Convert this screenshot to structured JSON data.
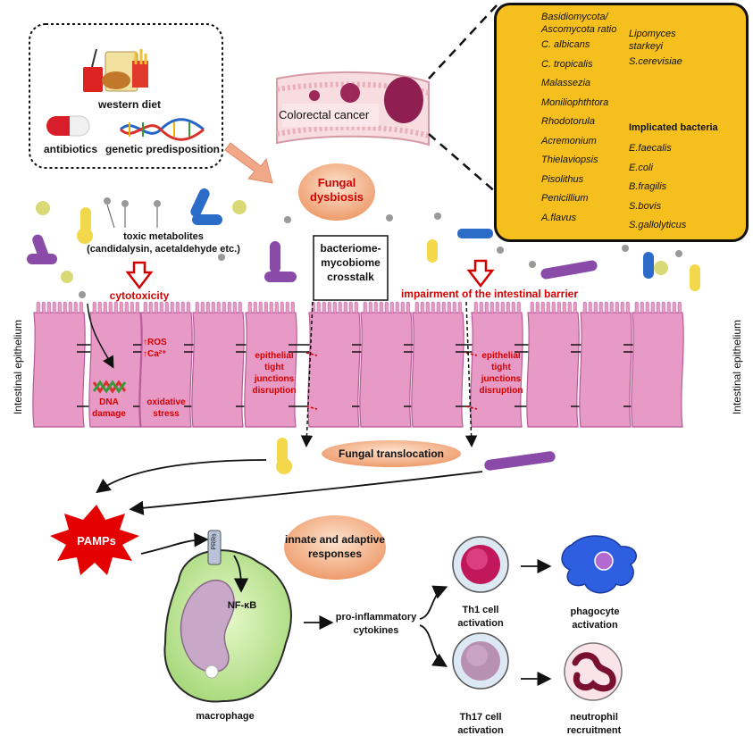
{
  "risk_factors": {
    "western_diet": "western diet",
    "antibiotics": "antibiotics",
    "genetic": "genetic predisposition"
  },
  "cancer_label": "Colorectal cancer",
  "dysbiosis_label": "Fungal\ndysbiosis",
  "legend": {
    "increased": [
      "Basidiomycota/\nAscomycota ratio",
      "C. albicans",
      "C. tropicalis",
      "Malassezia",
      "Moniliophthtora",
      "Rhodotorula",
      "Acremonium",
      "Thielaviopsis",
      "Pisolithus",
      "Penicillium",
      "A.flavus"
    ],
    "decreased": [
      "Lipomyces\nstarkeyi",
      "S.cerevisiae"
    ],
    "bacteria_title": "Implicated bacteria",
    "bacteria": [
      "E.faecalis",
      "E.coli",
      "B.fragilis",
      "S.bovis",
      "S.gallolyticus"
    ],
    "colors": {
      "box": "#f5bf1e",
      "arrow": "#fbe6c2"
    }
  },
  "toxic_label": "toxic metabolites\n(candidalysin, acetaldehyde etc.)",
  "cytotoxicity": "cytotoxicity",
  "crosstalk": "bacteriome-\nmycobiome\ncrosstalk",
  "impairment": "impairment of the intestinal barrier",
  "epithelium_label": "Intestinal epithelium",
  "ros": "↑ROS\n↑Ca²⁺",
  "dna_damage": "DNA\ndamage",
  "oxidative": "oxidative\nstress",
  "tight_junctions": "epithelial\ntight\njunctions\ndisruption",
  "translocation": "Fungal translocation",
  "pamps": "PAMPs",
  "prrs": "PRRs",
  "nfkb": "NF-κB",
  "macrophage": "macrophage",
  "immune": "innate and adaptive\nresponses",
  "cytokines": "pro-inflammatory\ncytokines",
  "th1": "Th1 cell\nactivation",
  "th17": "Th17 cell\nactivation",
  "phagocyte": "phagocyte\nactivation",
  "neutrophil": "neutrophil\nrecruitment",
  "colors": {
    "cell": "#e79ac6",
    "cell_edge": "#b75b97",
    "red": "#d40000",
    "oval": "#f0a878"
  }
}
